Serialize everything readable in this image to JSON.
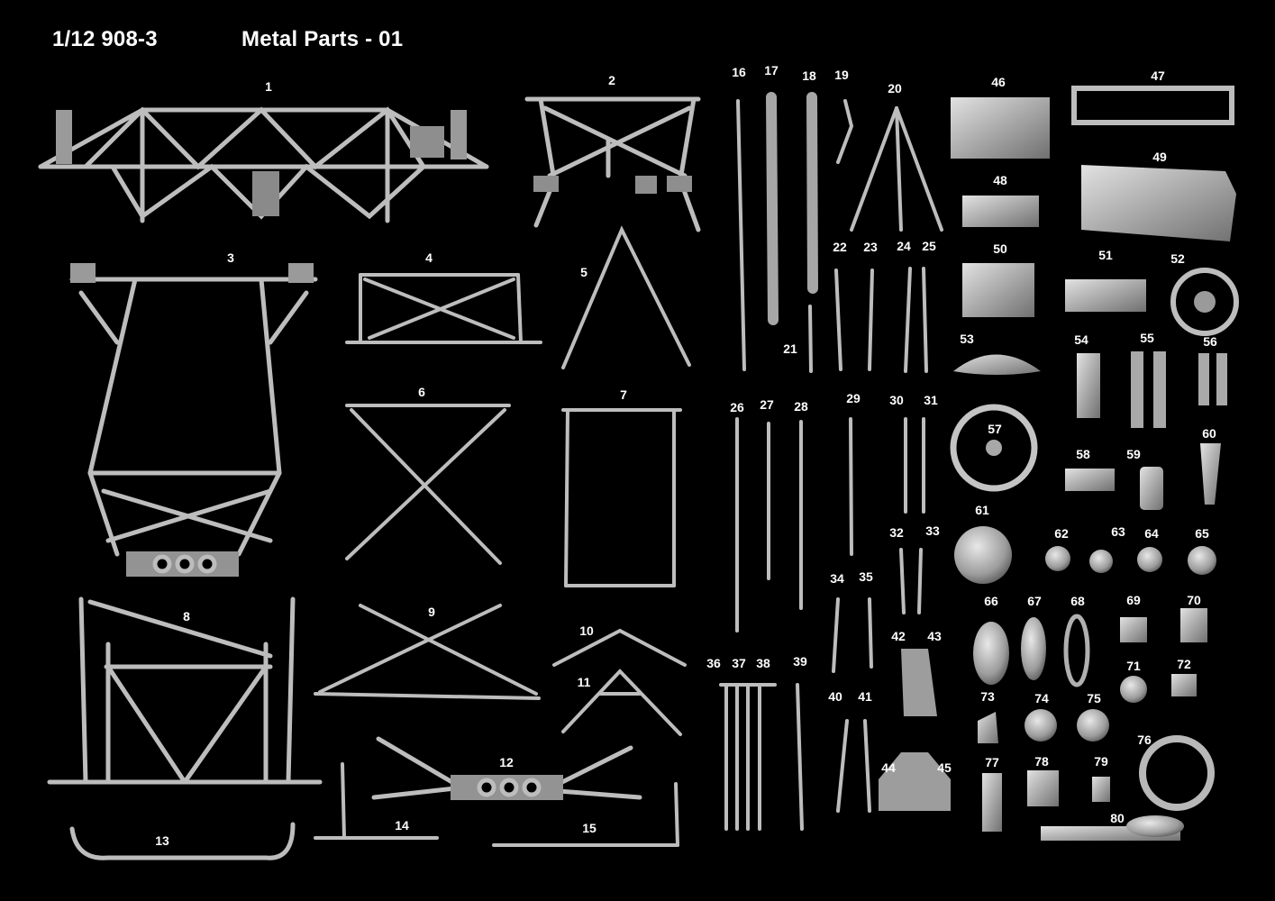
{
  "header": {
    "scale_code": "1/12 908-3",
    "sheet_title": "Metal Parts - 01"
  },
  "colors": {
    "background": "#000000",
    "metal_light": "#d2d2d2",
    "metal_mid": "#a8a8a8",
    "metal_dark": "#6e6e6e",
    "label": "#ffffff"
  },
  "part_labels": [
    "1",
    "2",
    "3",
    "4",
    "5",
    "6",
    "7",
    "8",
    "9",
    "10",
    "11",
    "12",
    "13",
    "14",
    "15",
    "16",
    "17",
    "18",
    "19",
    "20",
    "21",
    "22",
    "23",
    "24",
    "25",
    "26",
    "27",
    "28",
    "29",
    "30",
    "31",
    "32",
    "33",
    "34",
    "35",
    "36",
    "37",
    "38",
    "39",
    "40",
    "41",
    "42",
    "43",
    "44",
    "45",
    "46",
    "47",
    "48",
    "49",
    "50",
    "51",
    "52",
    "53",
    "54",
    "55",
    "56",
    "57",
    "58",
    "59",
    "60",
    "61",
    "62",
    "63",
    "64",
    "65",
    "66",
    "67",
    "68",
    "69",
    "70",
    "71",
    "72",
    "73",
    "74",
    "75",
    "76",
    "77",
    "78",
    "79",
    "80"
  ]
}
